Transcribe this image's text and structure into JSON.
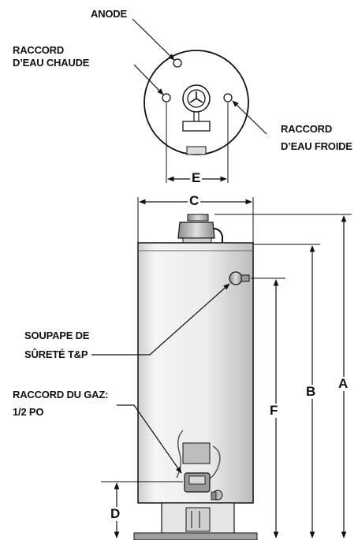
{
  "labels": {
    "anode": "ANODE",
    "hot_water": [
      "RACCORD",
      "D’EAU CHAUDE"
    ],
    "cold_water": [
      "RACCORD",
      "D’EAU FROIDE"
    ],
    "relief_valve": [
      "SOUPAPE DE",
      "SÛRETÉ T&P"
    ],
    "gas_connection": [
      "RACCORD DU GAZ:",
      "1/2 PO"
    ]
  },
  "dimensions": {
    "a": "A",
    "b": "B",
    "c": "C",
    "d": "D",
    "e": "E",
    "f": "F"
  },
  "colors": {
    "line": "#111111",
    "tank_fill": "#f2f2f2",
    "tank_shadow": "#d6d6d6",
    "metal": "#bdbdbd",
    "dark_metal": "#7a7a7a"
  }
}
